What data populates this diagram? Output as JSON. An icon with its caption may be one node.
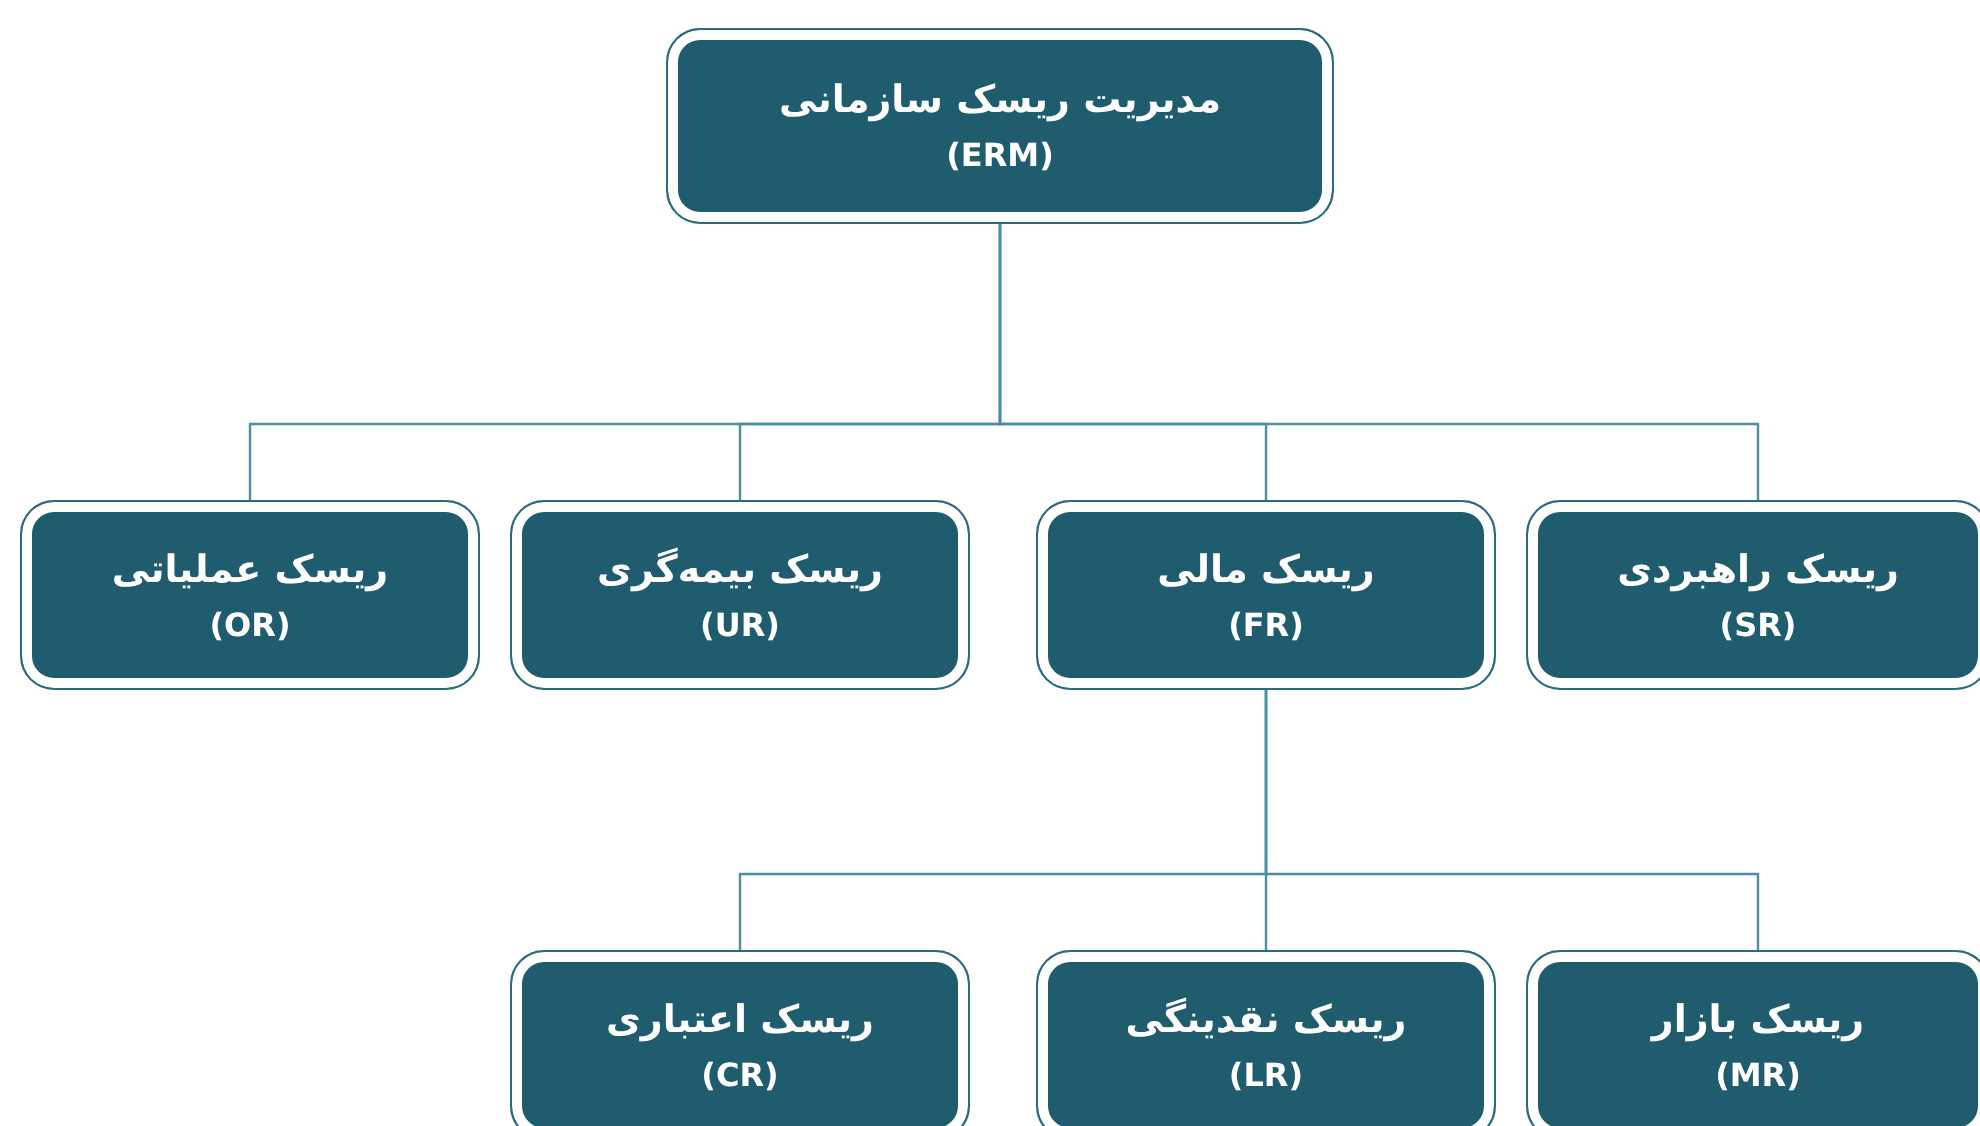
{
  "diagram": {
    "nodes": [
      {
        "text": [
          "مدیریت ریسک سازمانی",
          "(ERM)"
        ]
      },
      {
        "text": [
          "ریسک عملیاتی",
          "(OR)"
        ]
      },
      {
        "text": [
          "ریسک بیمه‌گری",
          "(UR)"
        ]
      },
      {
        "text": [
          "ریسک مالی",
          "(FR)"
        ]
      },
      {
        "text": [
          "ریسک راهبردی",
          "(SR)"
        ]
      },
      {
        "text": [
          "ریسک اعتباری",
          "(CR)"
        ]
      },
      {
        "text": [
          "ریسک نقدینگی",
          "(LR)"
        ]
      },
      {
        "text": [
          "ریسک بازار",
          "(MR)"
        ]
      }
    ],
    "edges": [
      {
        "from": 0,
        "to": 1,
        "arrow": "none"
      },
      {
        "from": 0,
        "to": 2,
        "arrow": "none"
      },
      {
        "from": 0,
        "to": 3,
        "arrow": "none"
      },
      {
        "from": 0,
        "to": 4,
        "arrow": "none"
      },
      {
        "from": 3,
        "to": 5,
        "arrow": "none"
      },
      {
        "from": 3,
        "to": 6,
        "arrow": "none"
      },
      {
        "from": 3,
        "to": 7,
        "arrow": "none"
      }
    ]
  }
}
